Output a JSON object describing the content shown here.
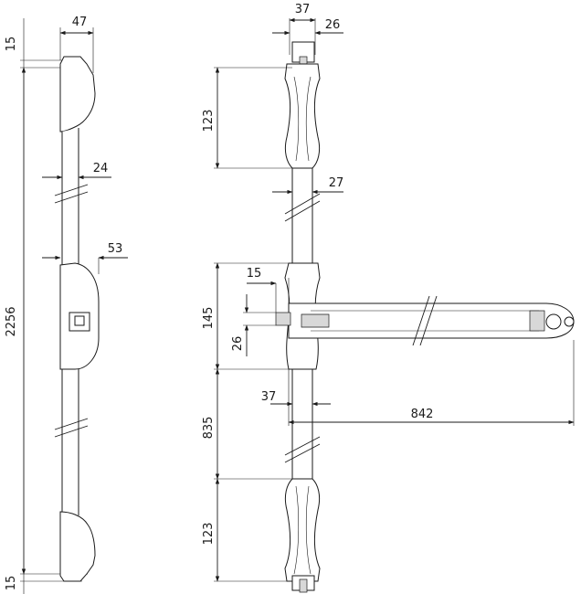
{
  "dimensions": {
    "total_height": "2256",
    "top_gap": "15",
    "bottom_gap": "15",
    "side_width": "47",
    "side_rod_width": "24",
    "side_lock_width": "53",
    "front_top_width": "37",
    "front_top_small": "26",
    "front_upper_case_height": "123",
    "front_rod_width": "27",
    "front_small_offset": "15",
    "front_lock_height": "145",
    "front_lock_small": "26",
    "front_lower_width": "37",
    "front_rod_length": "835",
    "front_bar_length": "842",
    "front_lower_case_height": "123"
  }
}
